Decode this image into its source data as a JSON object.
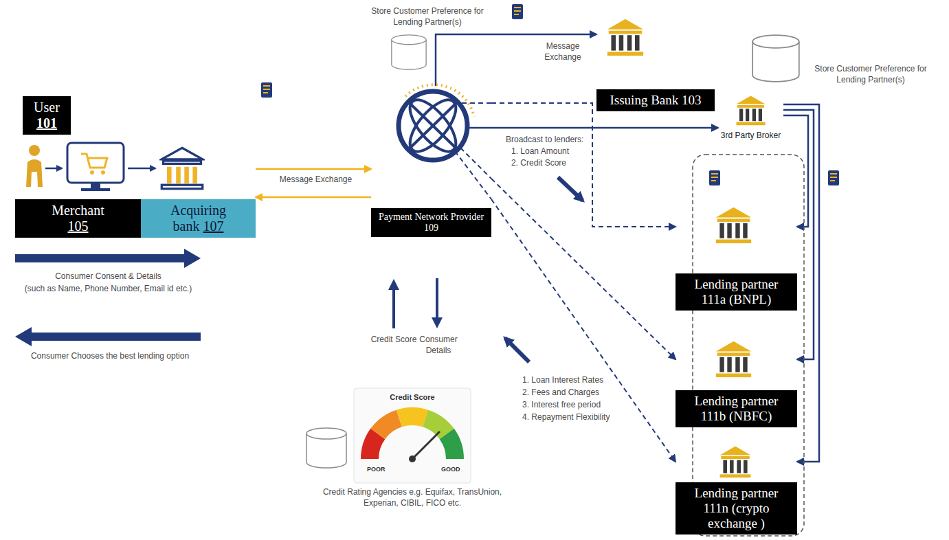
{
  "diagram": {
    "nodes": [
      {
        "text": [
          "User",
          "101"
        ]
      },
      {
        "text": [
          "Issuing Bank 103"
        ]
      },
      {
        "text": [
          "3rd Party Broker"
        ]
      },
      {
        "text": [
          "Merchant",
          "105"
        ]
      },
      {
        "text": [
          "Acquiring bank",
          "107"
        ]
      },
      {
        "text": [
          "Payment Network Provider 109"
        ]
      },
      {
        "text": [
          "Lending partner 111a (BNPL)"
        ]
      },
      {
        "text": [
          "Lending partner 111b (NBFC)"
        ]
      },
      {
        "text": [
          "Lending partner 111n (crypto exchange )"
        ]
      }
    ],
    "edges": [
      {
        "from": 4,
        "to": 5,
        "label": "Message Exchange",
        "arrow": "to"
      },
      {
        "from": 5,
        "to": 4,
        "arrow": "to"
      },
      {
        "from": 5,
        "to": 1,
        "label": "Message Exchange",
        "arrow": "to"
      },
      {
        "from": 5,
        "to": 2,
        "arrow": "to"
      },
      {
        "from": 5,
        "to": 6,
        "arrow": "to"
      },
      {
        "from": 5,
        "to": 7,
        "arrow": "to"
      },
      {
        "from": 5,
        "to": 8,
        "arrow": "to"
      },
      {
        "from": 2,
        "to": 6,
        "arrow": "to"
      },
      {
        "from": 2,
        "to": 7,
        "arrow": "to"
      },
      {
        "from": 2,
        "to": 8,
        "arrow": "to"
      }
    ],
    "labels": [
      "Store Customer Preference for Lending Partner(s)",
      "Store Customer Preference for Lending Partner(s)",
      "Consumer Consent & Details",
      "(such as Name, Phone Number, Email id etc.)",
      "Consumer Chooses the best lending option",
      "Broadcast to lenders:",
      "1. Loan Amount",
      "2. Credit Score",
      "Credit Score",
      "Consumer Details",
      "1. Loan Interest Rates",
      "2. Fees and Charges",
      "3. Interest free period",
      "4. Repayment Flexibility",
      "Credit Score",
      "POOR",
      "GOOD",
      "Credit Rating Agencies e.g. Equifax, TransUnion, Experian, CIBIL, FICO etc."
    ]
  }
}
